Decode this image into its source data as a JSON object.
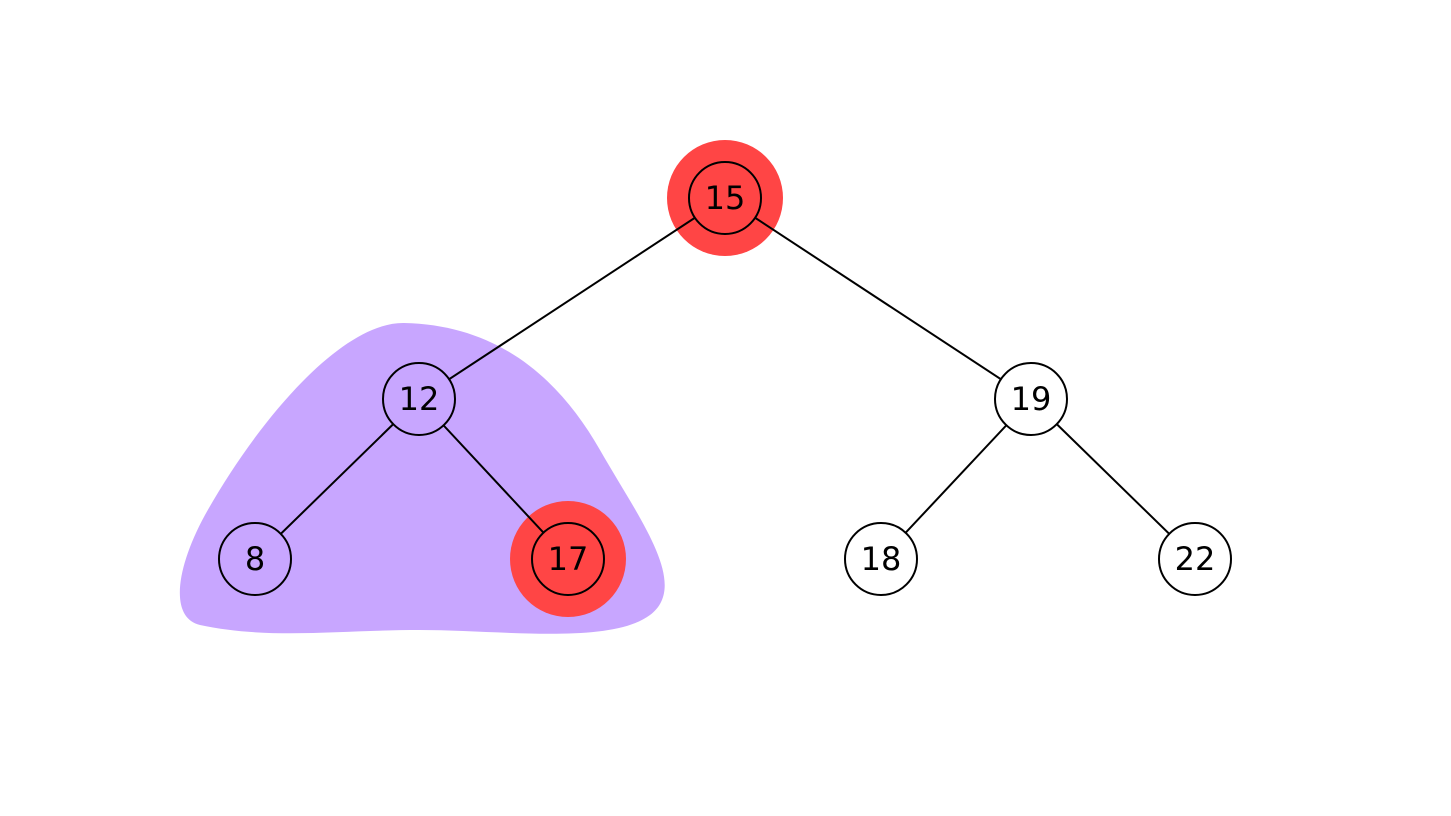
{
  "colors": {
    "background": "#ffffff",
    "edge": "#000000",
    "node_fill": "#ffffff",
    "node_stroke": "#000000",
    "highlight": "#ff4545",
    "subtree_region": "#c8a6ff"
  },
  "tree": {
    "nodes": [
      {
        "id": "n15",
        "label": "15",
        "highlighted": true,
        "in_region": false
      },
      {
        "id": "n12",
        "label": "12",
        "highlighted": false,
        "in_region": true
      },
      {
        "id": "n19",
        "label": "19",
        "highlighted": false,
        "in_region": false
      },
      {
        "id": "n8",
        "label": "8",
        "highlighted": false,
        "in_region": true
      },
      {
        "id": "n17",
        "label": "17",
        "highlighted": true,
        "in_region": true
      },
      {
        "id": "n18",
        "label": "18",
        "highlighted": false,
        "in_region": false
      },
      {
        "id": "n22",
        "label": "22",
        "highlighted": false,
        "in_region": false
      }
    ],
    "edges": [
      {
        "from": "n15",
        "to": "n12"
      },
      {
        "from": "n15",
        "to": "n19"
      },
      {
        "from": "n12",
        "to": "n8"
      },
      {
        "from": "n12",
        "to": "n17"
      },
      {
        "from": "n19",
        "to": "n18"
      },
      {
        "from": "n19",
        "to": "n22"
      }
    ],
    "highlighted_subtree_root": "n12"
  }
}
